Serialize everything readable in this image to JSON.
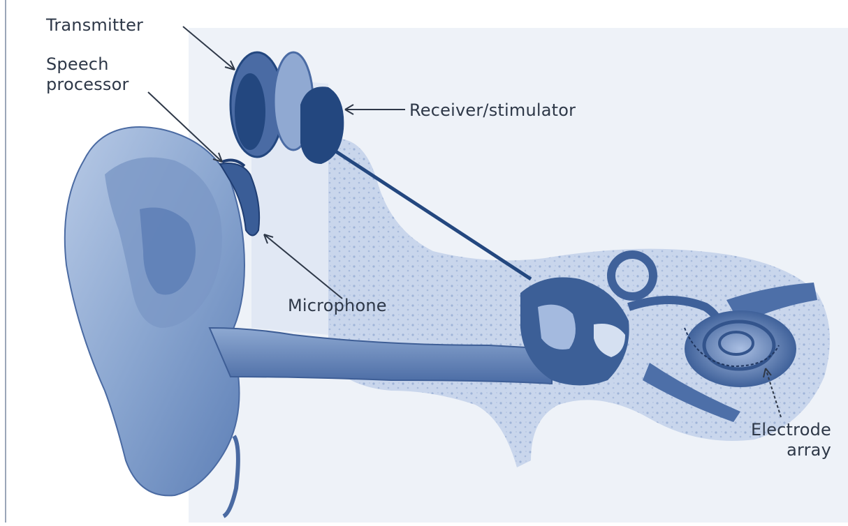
{
  "labels": {
    "transmitter": "Transmitter",
    "speech_processor": "Speech\nprocessor",
    "receiver_stimulator": "Receiver/stimulator",
    "microphone": "Microphone",
    "electrode_array": "Electrode\narray"
  },
  "colors": {
    "ink": "#2e3848",
    "skin_dark": "#3c5f97",
    "skin_mid": "#7f9dc8",
    "skin_light": "#b9cbe6",
    "bone": "#c6d3ea",
    "device_dark": "#23477f"
  }
}
